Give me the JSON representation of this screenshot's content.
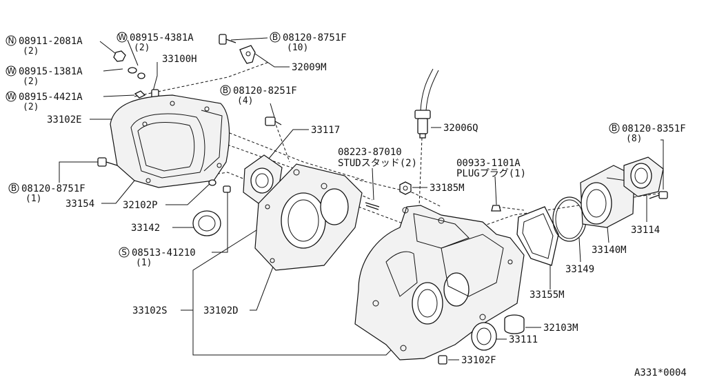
{
  "callouts": [
    {
      "id": "n08911",
      "prefix": "N",
      "code": "08911-2081A",
      "qty": "(2)"
    },
    {
      "id": "w08915a",
      "prefix": "W",
      "code": "08915-4381A",
      "qty": "(2)"
    },
    {
      "id": "b08120a",
      "prefix": "B",
      "code": "08120-8751F",
      "qty": "(10)"
    },
    {
      "id": "w08915b",
      "prefix": "W",
      "code": "08915-1381A",
      "qty": "(2)"
    },
    {
      "id": "w08915c",
      "prefix": "W",
      "code": "08915-4421A",
      "qty": "(2)"
    },
    {
      "id": "b08120b",
      "prefix": "B",
      "code": "08120-8251F",
      "qty": "(4)"
    },
    {
      "id": "b08120c",
      "prefix": "B",
      "code": "08120-8351F",
      "qty": "(8)"
    },
    {
      "id": "b08120d",
      "prefix": "B",
      "code": "08120-8751F",
      "qty": "(1)"
    },
    {
      "id": "s08513",
      "prefix": "S",
      "code": "08513-41210",
      "qty": "(1)"
    }
  ],
  "labels": {
    "p33100h": "33100H",
    "p32009m": "32009M",
    "p33102e": "33102E",
    "p33117": "33117",
    "p32006q": "32006Q",
    "stud_code": "08223-87010",
    "stud_text": "STUDスタッド(2)",
    "plug_code": "00933-1101A",
    "plug_text": "PLUGプラグ(1)",
    "p33185m": "33185M",
    "p33154": "33154",
    "p32102p": "32102P",
    "p33142": "33142",
    "p33114": "33114",
    "p33140m": "33140M",
    "p33149": "33149",
    "p33155m": "33155M",
    "p33102s": "33102S",
    "p33102d": "33102D",
    "p32103m": "32103M",
    "p33111": "33111",
    "p33102f": "33102F",
    "diagram_id": "A331*0004"
  }
}
